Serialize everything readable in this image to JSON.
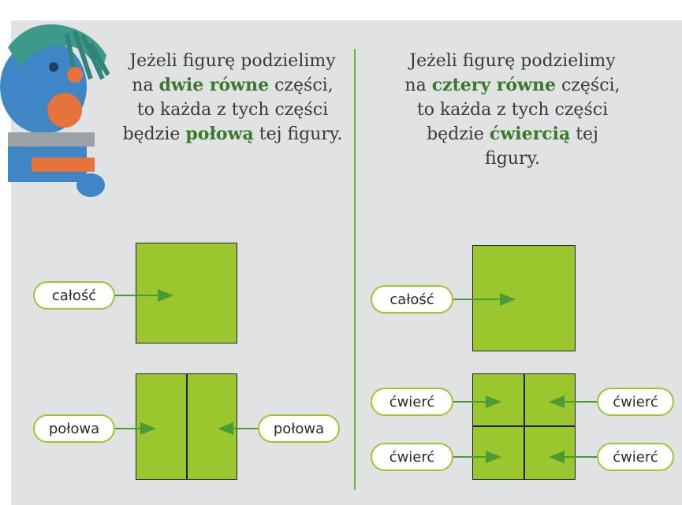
{
  "left": {
    "text_parts": [
      {
        "t": "Jeżeli figurę podzielimy na ",
        "b": false
      },
      {
        "t": "dwie równe",
        "b": true
      },
      {
        "t": " części, to każda z tych części będzie ",
        "b": false
      },
      {
        "t": "połową",
        "b": true
      },
      {
        "t": " tej figury.",
        "b": false
      }
    ],
    "label_whole": "całość",
    "label_half_left": "połowa",
    "label_half_right": "połowa"
  },
  "right": {
    "text_parts": [
      {
        "t": "Jeżeli figurę podzielimy na ",
        "b": false
      },
      {
        "t": "cztery równe",
        "b": true
      },
      {
        "t": " części, to każda z tych części będzie ",
        "b": false
      },
      {
        "t": "ćwiercią",
        "b": true
      },
      {
        "t": " tej figury.",
        "b": false
      }
    ],
    "label_whole": "całość",
    "label_quarter_tl": "ćwierć",
    "label_quarter_tr": "ćwierć",
    "label_quarter_bl": "ćwierć",
    "label_quarter_br": "ćwierć"
  },
  "colors": {
    "green": "#9ac72e",
    "text_green": "#3a7a2a",
    "panel": "#e1e2e3"
  }
}
